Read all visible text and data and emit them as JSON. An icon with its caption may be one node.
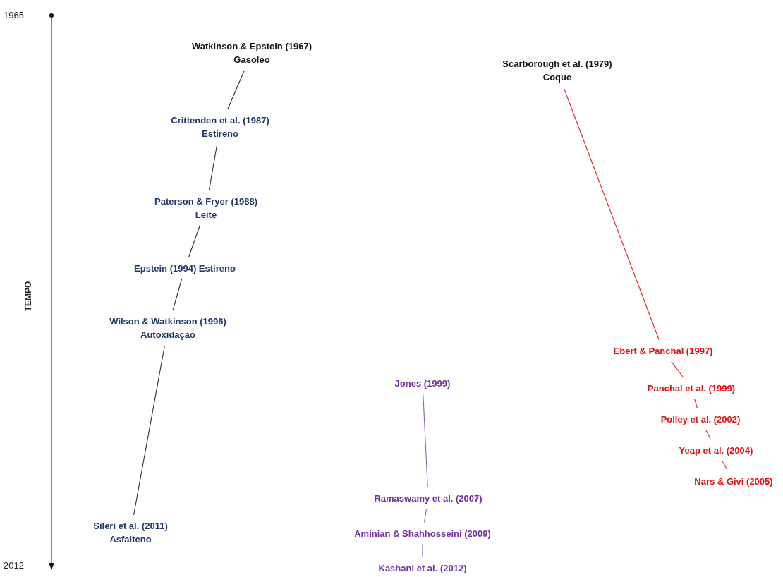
{
  "diagram": {
    "nodes": [
      {
        "text": [
          "Watkinson & Epstein (1967)",
          "Gasoleo"
        ]
      },
      {
        "text": [
          "Crittenden et al. (1987)",
          "Estireno"
        ]
      },
      {
        "text": [
          "Paterson & Fryer (1988)",
          "Leite"
        ]
      },
      {
        "text": [
          "Epstein (1994) Estireno"
        ]
      },
      {
        "text": [
          "Wilson & Watkinson (1996)",
          "Autoxidação"
        ]
      },
      {
        "text": [
          "Sileri et al. (2011)",
          "Asfalteno"
        ]
      },
      {
        "text": [
          "Scarborough et al. (1979)",
          "Coque"
        ]
      },
      {
        "text": [
          "Ebert & Panchal (1997)"
        ]
      },
      {
        "text": [
          "Panchal et al. (1999)"
        ]
      },
      {
        "text": [
          "Polley et al. (2002)"
        ]
      },
      {
        "text": [
          "Yeap et al. (2004)"
        ]
      },
      {
        "text": [
          "Nars & Givi (2005)"
        ]
      },
      {
        "text": [
          "Jones (1999)"
        ]
      },
      {
        "text": [
          "Ramaswamy et al. (2007)"
        ]
      },
      {
        "text": [
          "Aminian & Shahhosseini (2009)"
        ]
      },
      {
        "text": [
          "Kashani et al. (2012)"
        ]
      }
    ],
    "edges": [
      {
        "from": 0,
        "to": 1,
        "arrow": "none"
      },
      {
        "from": 1,
        "to": 2,
        "arrow": "none"
      },
      {
        "from": 2,
        "to": 3,
        "arrow": "none"
      },
      {
        "from": 3,
        "to": 4,
        "arrow": "none"
      },
      {
        "from": 4,
        "to": 5,
        "arrow": "none"
      },
      {
        "from": 6,
        "to": 7,
        "arrow": "none",
        "color": "#e02020"
      },
      {
        "from": 7,
        "to": 8,
        "arrow": "none",
        "color": "#e02020"
      },
      {
        "from": 8,
        "to": 9,
        "arrow": "none",
        "color": "#e02020"
      },
      {
        "from": 9,
        "to": 10,
        "arrow": "none",
        "color": "#e02020"
      },
      {
        "from": 10,
        "to": 11,
        "arrow": "none",
        "color": "#e02020"
      },
      {
        "from": 12,
        "to": 13,
        "arrow": "none",
        "color": "#8a5fb0"
      },
      {
        "from": 13,
        "to": 14,
        "arrow": "none",
        "color": "#8a5fb0"
      },
      {
        "from": 14,
        "to": 15,
        "arrow": "none",
        "color": "#8a5fb0"
      }
    ],
    "labels": [
      "1965",
      "TEMPO",
      "2012"
    ]
  }
}
